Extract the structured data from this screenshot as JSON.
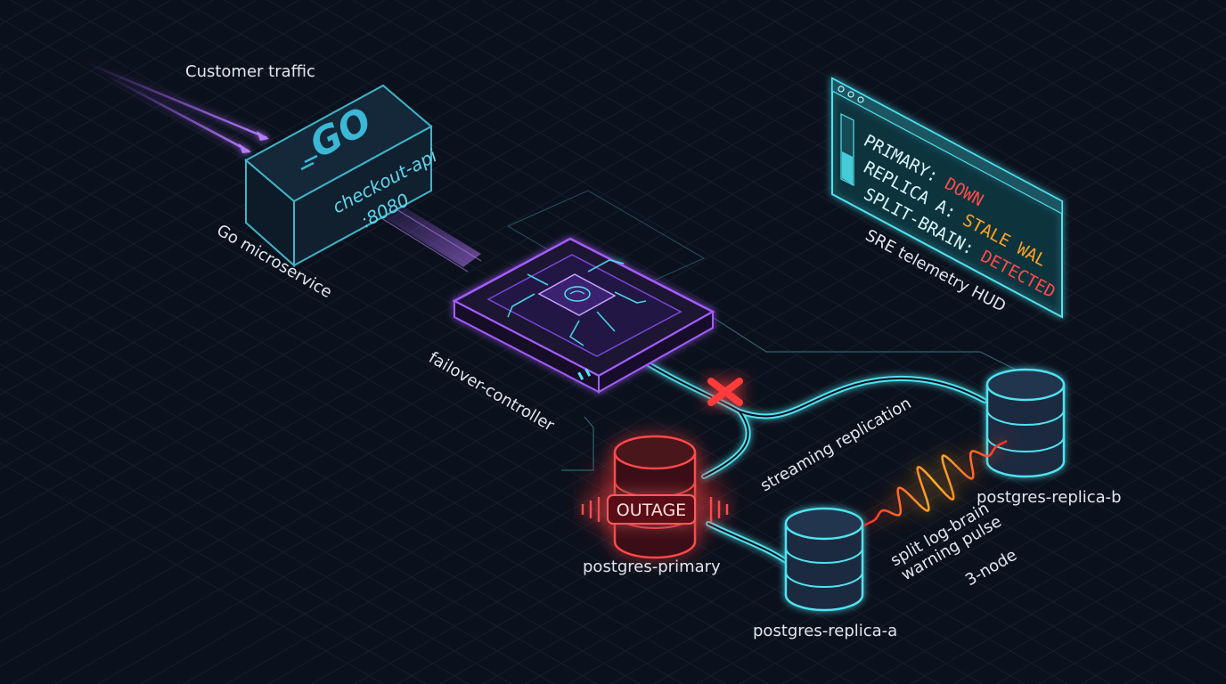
{
  "diagram": {
    "traffic_label": "Customer traffic",
    "service": {
      "logo": "GO",
      "name": "checkout-api",
      "port": ":8080",
      "caption": "Go microservice"
    },
    "controller": {
      "caption": "failover-controller",
      "icon": "brain-chip-icon"
    },
    "replication_label": "streaming replication",
    "primary": {
      "badge": "OUTAGE",
      "caption": "postgres-primary"
    },
    "replica_a": {
      "caption": "postgres-replica-a"
    },
    "replica_b": {
      "caption": "postgres-replica-b"
    },
    "pulse_label_line1": "split log-brain",
    "pulse_label_line2": "warning pulse",
    "node_count_label": "3-node",
    "hud": {
      "caption": "SRE telemetry HUD",
      "rows": [
        {
          "key": "PRIMARY: ",
          "value": "DOWN",
          "value_color": "#ff4a4a"
        },
        {
          "key": "REPLICA A: ",
          "value": "STALE WAL",
          "value_color": "#ffa126"
        },
        {
          "key": "SPLIT-BRAIN: ",
          "value": "DETECTED",
          "value_color": "#ff4a4a"
        }
      ]
    },
    "colors": {
      "background": "#0b111c",
      "cyan": "#4fe3f0",
      "purple": "#a45cff",
      "red": "#ff3b3b",
      "amber": "#ffa126"
    }
  }
}
